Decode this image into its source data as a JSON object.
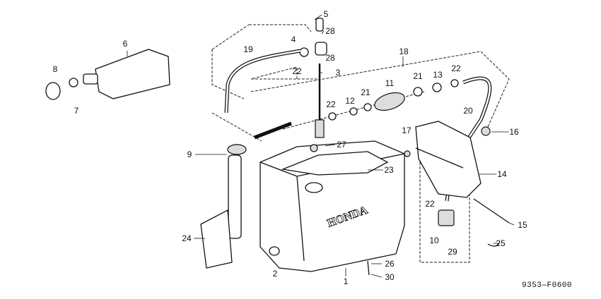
{
  "diagram": {
    "drawing_code": "9353—F0600",
    "tank_brand": "HONDA",
    "callouts": [
      "5",
      "28",
      "4",
      "28",
      "22",
      "3",
      "19",
      "18",
      "6",
      "8",
      "7",
      "21",
      "13",
      "22",
      "12",
      "21",
      "22",
      "11",
      "20",
      "17",
      "16",
      "9",
      "27",
      "23",
      "14",
      "22",
      "15",
      "10",
      "29",
      "25",
      "24",
      "2",
      "26",
      "1",
      "30"
    ]
  }
}
